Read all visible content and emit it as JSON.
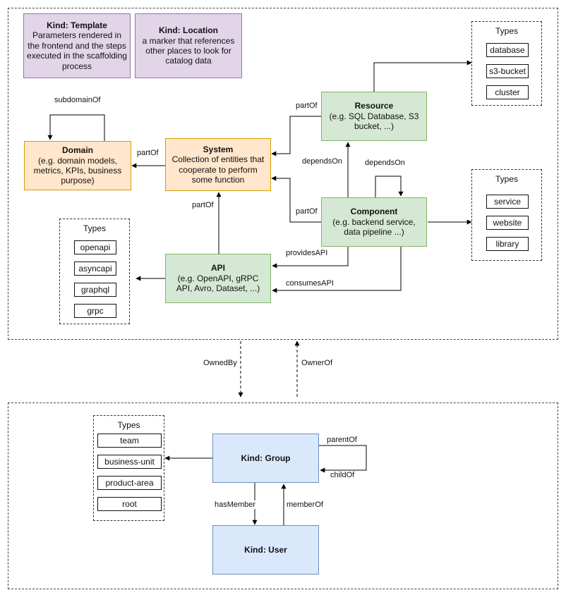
{
  "template": {
    "title": "Kind: Template",
    "desc": "Parameters rendered in the frontend and the steps executed in  the scaffolding process"
  },
  "location": {
    "title": "Kind: Location",
    "desc": "a marker that references other places to look for catalog data"
  },
  "domain": {
    "title": "Domain",
    "desc": "(e.g.  domain models, metrics, KPIs, business purpose)"
  },
  "system": {
    "title": "System",
    "desc": "Collection of entities that cooperate to perform some function"
  },
  "resource": {
    "title": "Resource",
    "desc": "(e.g. SQL Database, S3 bucket, ...)"
  },
  "component": {
    "title": "Component",
    "desc": "(e.g. backend service, data pipeline ...)"
  },
  "api": {
    "title": "API",
    "desc": "(e.g. OpenAPI, gRPC API, Avro, Dataset, ...)"
  },
  "group": {
    "title": "Kind: Group"
  },
  "user": {
    "title": "Kind: User"
  },
  "resource_types": {
    "title": "Types",
    "items": [
      "database",
      "s3-bucket",
      "cluster"
    ]
  },
  "component_types": {
    "title": "Types",
    "items": [
      "service",
      "website",
      "library"
    ]
  },
  "api_types": {
    "title": "Types",
    "items": [
      "openapi",
      "asyncapi",
      "graphql",
      "grpc"
    ]
  },
  "group_types": {
    "title": "Types",
    "items": [
      "team",
      "business-unit",
      "product-area",
      "root"
    ]
  },
  "edges": {
    "subdomainOf": "subdomainOf",
    "domain_partOf": "partOf",
    "resource_partOf": "partOf",
    "component_partOf": "partOf",
    "api_partOf": "partOf",
    "dependsOn_resource": "dependsOn",
    "dependsOn_self": "dependsOn",
    "providesAPI": "providesAPI",
    "consumesAPI": "consumesAPI",
    "ownedBy": "OwnedBy",
    "ownerOf": "OwnerOf",
    "parentOf": "parentOf",
    "childOf": "childOf",
    "hasMember": "hasMember",
    "memberOf": "memberOf"
  }
}
